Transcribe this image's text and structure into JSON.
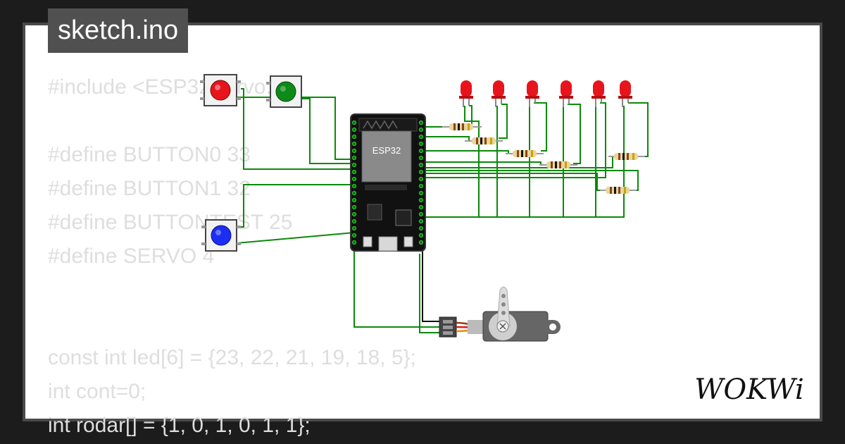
{
  "header": {
    "file_tab": "sketch.ino"
  },
  "code": {
    "lines": [
      "#include <ESP32Servo.h>",
      "",
      "#define BUTTON0 33",
      "#define BUTTON1 32",
      "#define BUTTONTEST 25",
      "#define SERVO 4",
      "",
      "",
      "const int led[6] = {23, 22, 21, 19, 18, 5};",
      "int cont=0;",
      "int rodar[] = {1, 0, 1, 0, 1, 1};"
    ]
  },
  "board": {
    "label": "ESP32"
  },
  "components": {
    "buttons": [
      {
        "name": "red",
        "color": "#e8141b"
      },
      {
        "name": "green",
        "color": "#0e8a19"
      },
      {
        "name": "blue",
        "color": "#1b2ef2"
      }
    ],
    "led_color": "#e8141b",
    "led_count": 6,
    "resistor_count": 6
  },
  "brand": {
    "logo_text": "WOKWi"
  },
  "colors": {
    "background": "#1c1c1c",
    "frame": "#ffffff",
    "frame_border": "#4a4a4a",
    "tab": "#505050",
    "code_text": "#dedede",
    "wire_green": "#0a8a0a"
  }
}
